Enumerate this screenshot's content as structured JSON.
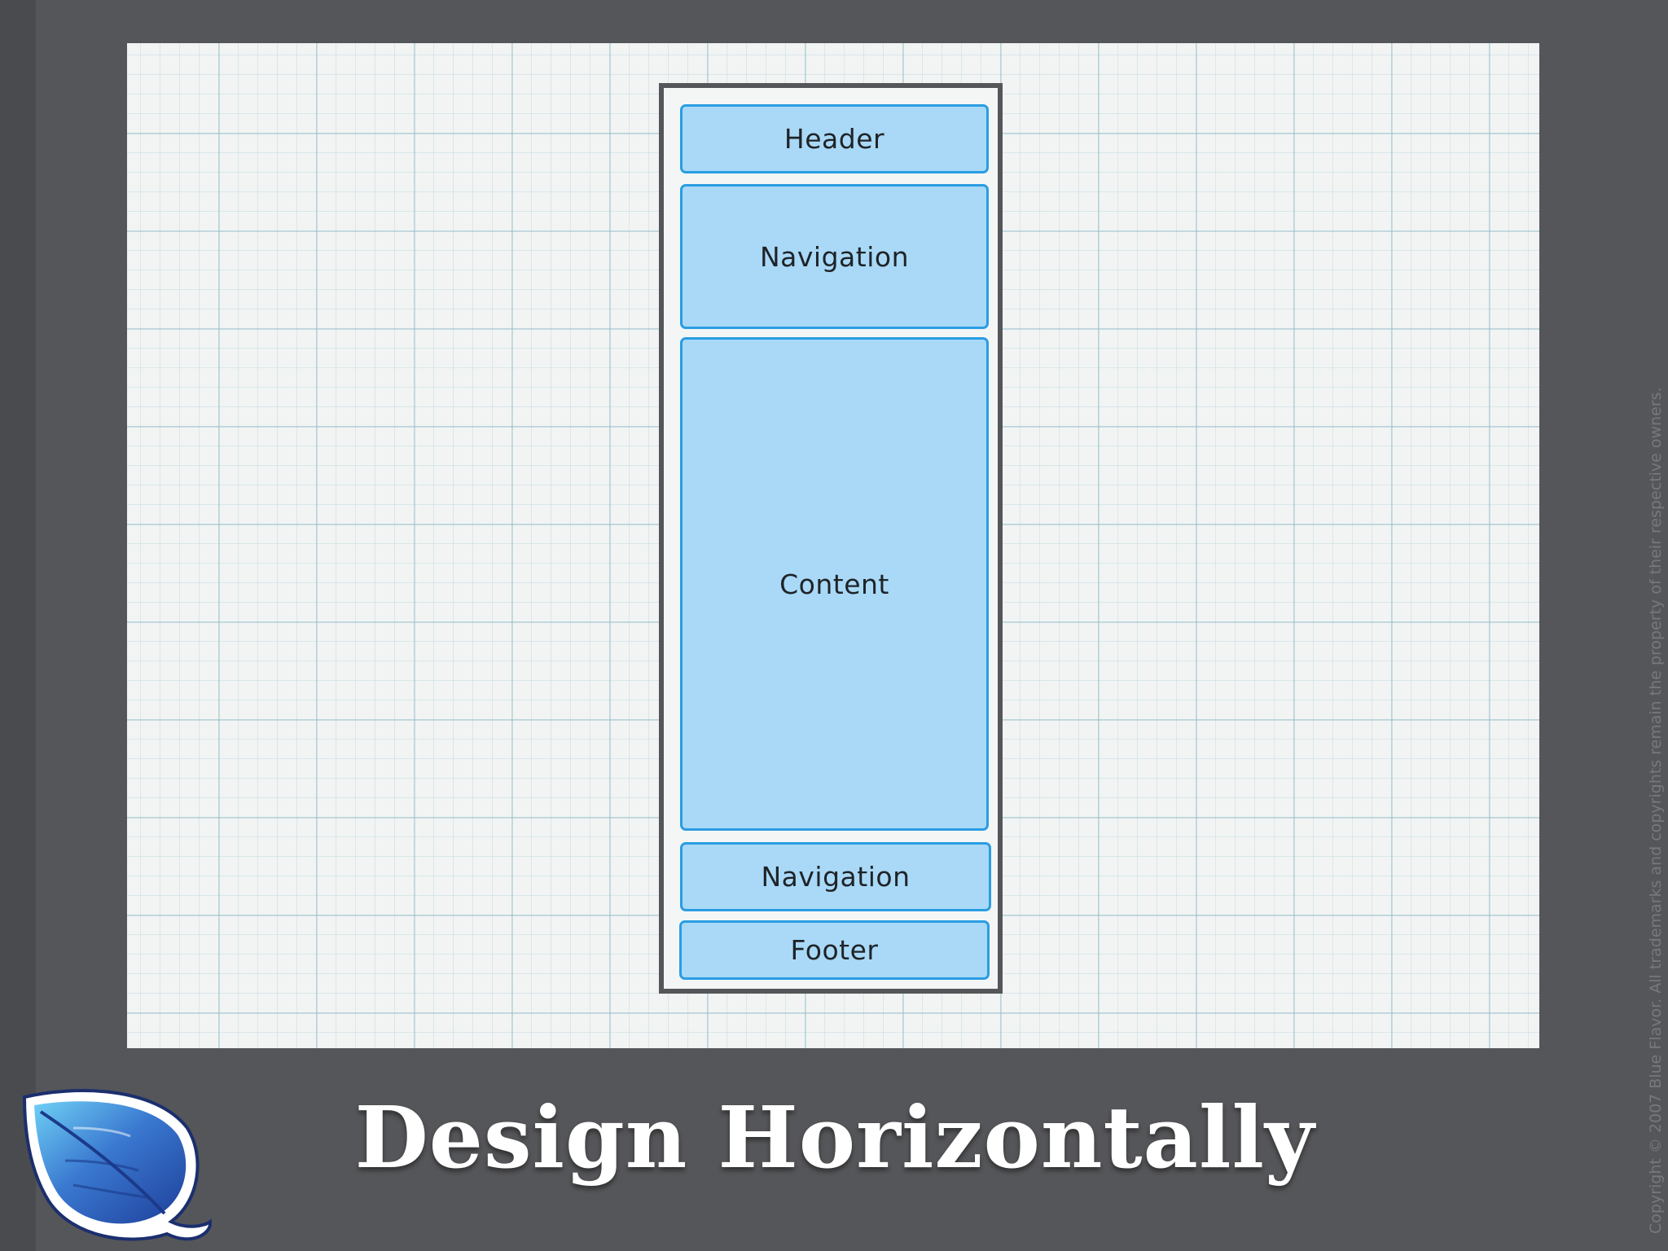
{
  "slide": {
    "title": "Design Horizontally",
    "copyright": "Copyright © 2007 Blue Flavor. All trademarks and copyrights remain the property of their respective owners."
  },
  "diagram": {
    "blocks": [
      {
        "label": "Header"
      },
      {
        "label": "Navigation"
      },
      {
        "label": "Content"
      },
      {
        "label": "Navigation"
      },
      {
        "label": "Footer"
      }
    ]
  },
  "logo": {
    "icon": "leaf-icon"
  },
  "colors": {
    "background": "#555659",
    "block_fill": "#a9d9f7",
    "block_border": "#2a9de2",
    "frame_border": "#555659",
    "title": "#ffffff"
  }
}
